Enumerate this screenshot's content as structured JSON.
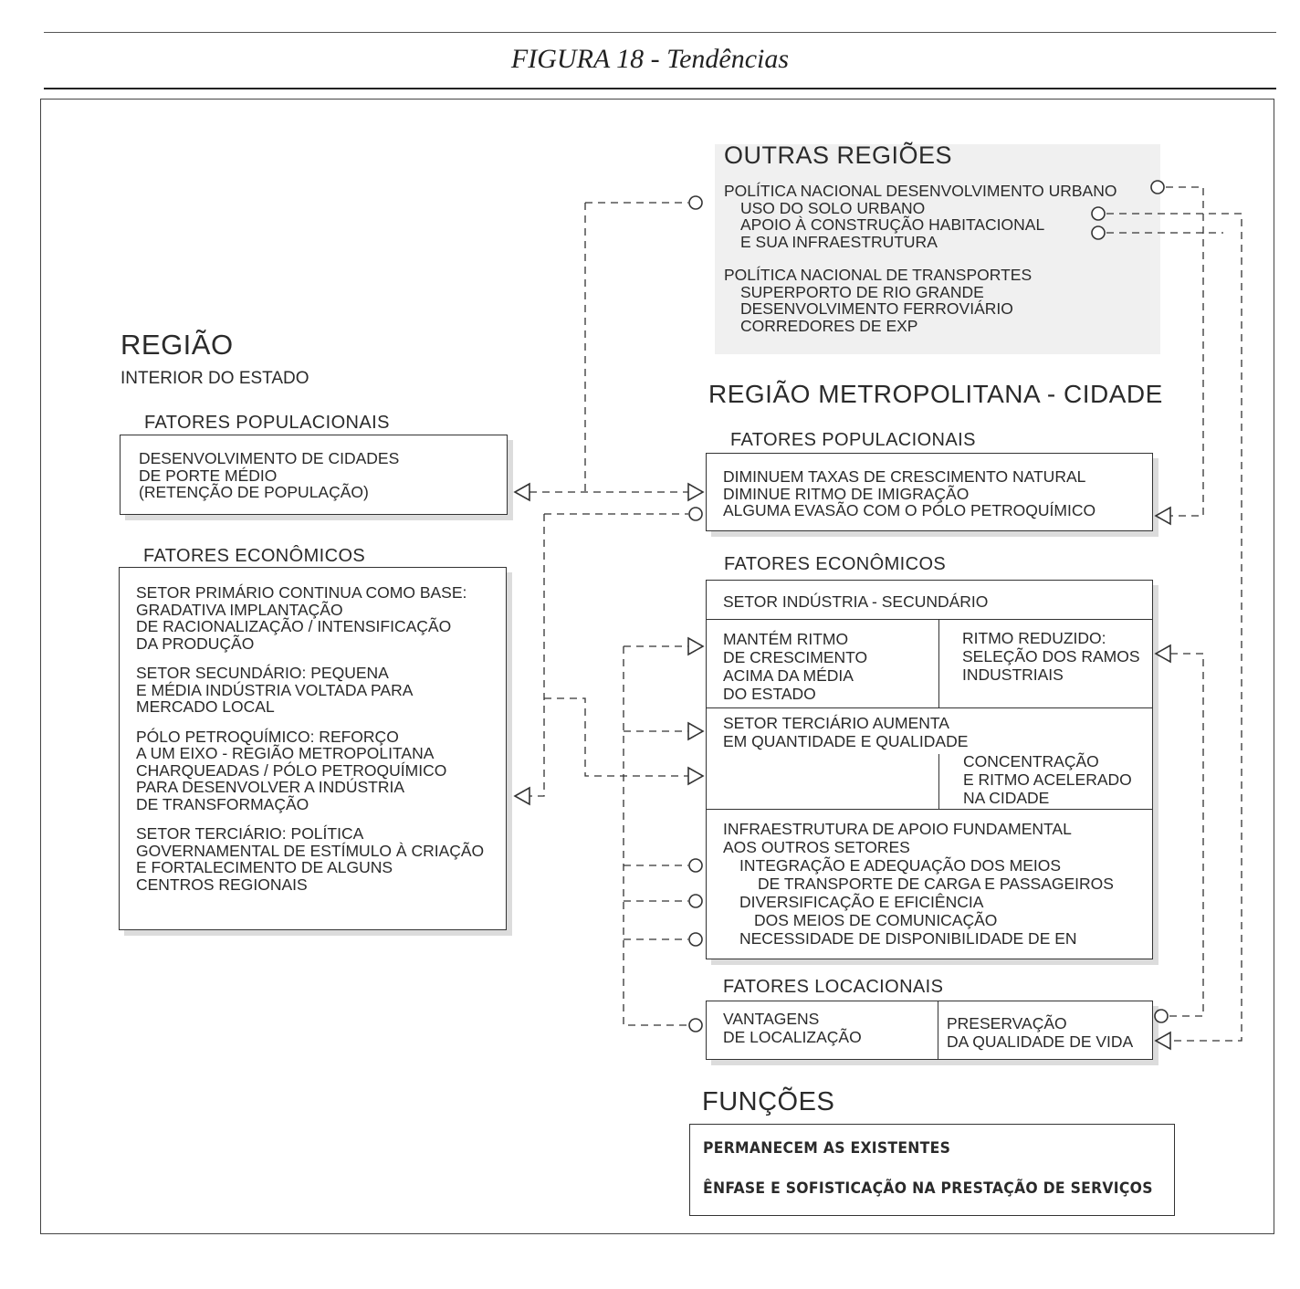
{
  "figure": {
    "title": "FIGURA 18 - Tendências"
  },
  "outras_regioes": {
    "title": "OUTRAS REGIÕES",
    "lines": [
      "POLÍTICA NACIONAL DESENVOLVIMENTO URBANO",
      "USO DO SOLO URBANO",
      "APOIO À CONSTRUÇÃO HABITACIONAL",
      "E SUA INFRAESTRUTURA",
      "POLÍTICA NACIONAL DE TRANSPORTES",
      "SUPERPORTO DE RIO GRANDE",
      "DESENVOLVIMENTO FERROVIÁRIO",
      "CORREDORES DE EXP"
    ]
  },
  "regiao": {
    "title": "REGIÃO",
    "subtitle": "INTERIOR DO ESTADO",
    "fatores_populacionais": {
      "title": "FATORES POPULACIONAIS",
      "lines": [
        "DESENVOLVIMENTO DE CIDADES",
        "DE PORTE MÉDIO",
        "(RETENÇÃO DE POPULAÇÃO)"
      ]
    },
    "fatores_economicos": {
      "title": "FATORES ECONÔMICOS",
      "lines": [
        "SETOR PRIMÁRIO CONTINUA COMO BASE:",
        "GRADATIVA IMPLANTAÇÃO",
        "DE RACIONALIZAÇÃO / INTENSIFICAÇÃO",
        "DA PRODUÇÃO",
        "SETOR SECUNDÁRIO: PEQUENA",
        "E MÉDIA INDÚSTRIA VOLTADA PARA",
        "MERCADO LOCAL",
        "PÓLO PETROQUÍMICO: REFORÇO",
        "A UM EIXO - REGIÃO METROPOLITANA",
        "CHARQUEADAS / PÓLO PETROQUÍMICO",
        "PARA DESENVOLVER A INDÚSTRIA",
        "DE TRANSFORMAÇÃO",
        "SETOR TERCIÁRIO: POLÍTICA",
        "GOVERNAMENTAL DE ESTÍMULO À CRIAÇÃO",
        "E FORTALECIMENTO DE ALGUNS",
        "CENTROS REGIONAIS"
      ]
    }
  },
  "metropolitana": {
    "title": "REGIÃO METROPOLITANA - CIDADE",
    "fatores_populacionais": {
      "title": "FATORES POPULACIONAIS",
      "lines": [
        "DIMINUEM TAXAS DE CRESCIMENTO NATURAL",
        "DIMINUE RITMO DE IMIGRAÇÃO",
        "ALGUMA EVASÃO COM O PÓLO PETROQUÍMICO"
      ]
    },
    "fatores_economicos": {
      "title": "FATORES ECONÔMICOS",
      "industria_header": "SETOR INDÚSTRIA - SECUNDÁRIO",
      "industria_left": [
        "MANTÉM RITMO",
        "DE CRESCIMENTO",
        "ACIMA DA MÉDIA",
        "DO ESTADO"
      ],
      "industria_right": [
        "RITMO REDUZIDO:",
        "SELEÇÃO DOS RAMOS",
        "INDUSTRIAIS"
      ],
      "terciario": [
        "SETOR TERCIÁRIO AUMENTA",
        "EM QUANTIDADE E QUALIDADE"
      ],
      "terciario_right": [
        "CONCENTRAÇÃO",
        "E RITMO ACELERADO",
        "NA CIDADE"
      ],
      "infraestrutura": [
        "INFRAESTRUTURA DE APOIO FUNDAMENTAL",
        "AOS OUTROS SETORES",
        "INTEGRAÇÃO E ADEQUAÇÃO DOS MEIOS",
        "DE TRANSPORTE DE CARGA E PASSAGEIROS",
        "DIVERSIFICAÇÃO E EFICIÊNCIA",
        "DOS MEIOS DE COMUNICAÇÃO",
        "NECESSIDADE DE DISPONIBILIDADE DE EN"
      ]
    },
    "fatores_locacionais": {
      "title": "FATORES LOCACIONAIS",
      "left": [
        "VANTAGENS",
        "DE LOCALIZAÇÃO"
      ],
      "right": [
        "PRESERVAÇÃO",
        "DA QUALIDADE DE VIDA"
      ]
    }
  },
  "funcoes": {
    "title": "FUNÇÕES",
    "items": [
      "PERMANECEM AS EXISTENTES",
      "ÊNFASE E SOFISTICAÇÃO NA PRESTAÇÃO DE SERVIÇOS"
    ]
  },
  "colors": {
    "ink": "#2a2a2a",
    "shadow": "#dcdcdc",
    "panel": "#f0f0f0"
  }
}
